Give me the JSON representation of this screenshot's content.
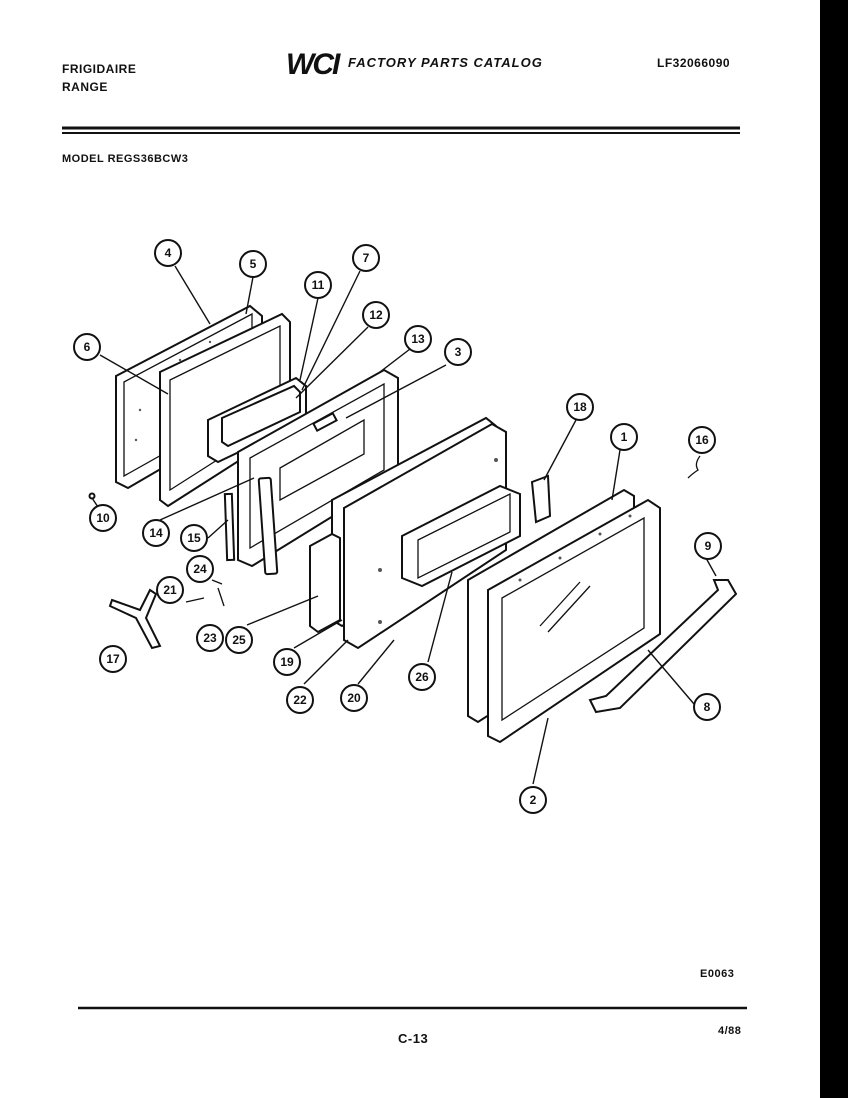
{
  "header": {
    "brand": "FRIGIDAIRE",
    "product": "RANGE",
    "logo_text": "WCI",
    "catalog_title": "FACTORY PARTS CATALOG",
    "catalog_code": "LF32066090"
  },
  "model_line": "MODEL REGS36BCW3",
  "callouts": [
    "4",
    "5",
    "11",
    "7",
    "6",
    "12",
    "13",
    "3",
    "18",
    "1",
    "16",
    "10",
    "14",
    "15",
    "24",
    "21",
    "23",
    "25",
    "17",
    "19",
    "22",
    "20",
    "26",
    "9",
    "8",
    "2"
  ],
  "footer": {
    "drawing_code": "E0063",
    "page_number": "C-13",
    "date": "4/88"
  }
}
